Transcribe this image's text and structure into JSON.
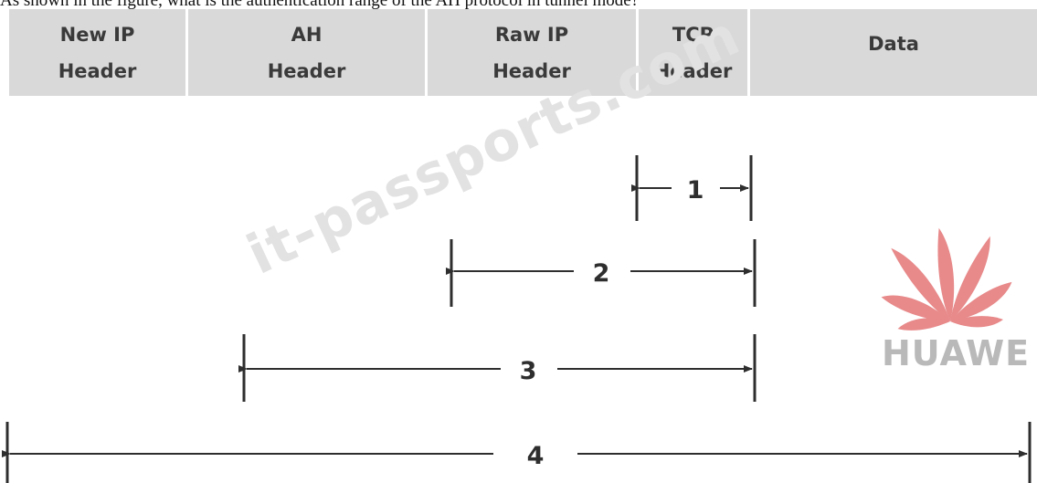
{
  "question": "As shown in the figure, what is the authentication range of the AH protocol in tunnel mode?",
  "header": {
    "cells": [
      {
        "line1": "New IP",
        "line2": "Header"
      },
      {
        "line1": "AH",
        "line2": "Header"
      },
      {
        "line1": "Raw IP",
        "line2": "Header"
      },
      {
        "line1": "TCP",
        "line2": "Header"
      },
      {
        "line1": "Data",
        "line2": ""
      }
    ]
  },
  "ranges": [
    {
      "label": "1"
    },
    {
      "label": "2"
    },
    {
      "label": "3"
    },
    {
      "label": "4"
    }
  ],
  "watermark": "it-passports.com",
  "logo": {
    "text": "HUAWE",
    "petal_color": "#e8898a",
    "text_color": "#b9b9b9"
  },
  "colors": {
    "header_bg": "#d9d9d9",
    "header_text": "#3a3a3a",
    "line": "#2e2e2e"
  }
}
